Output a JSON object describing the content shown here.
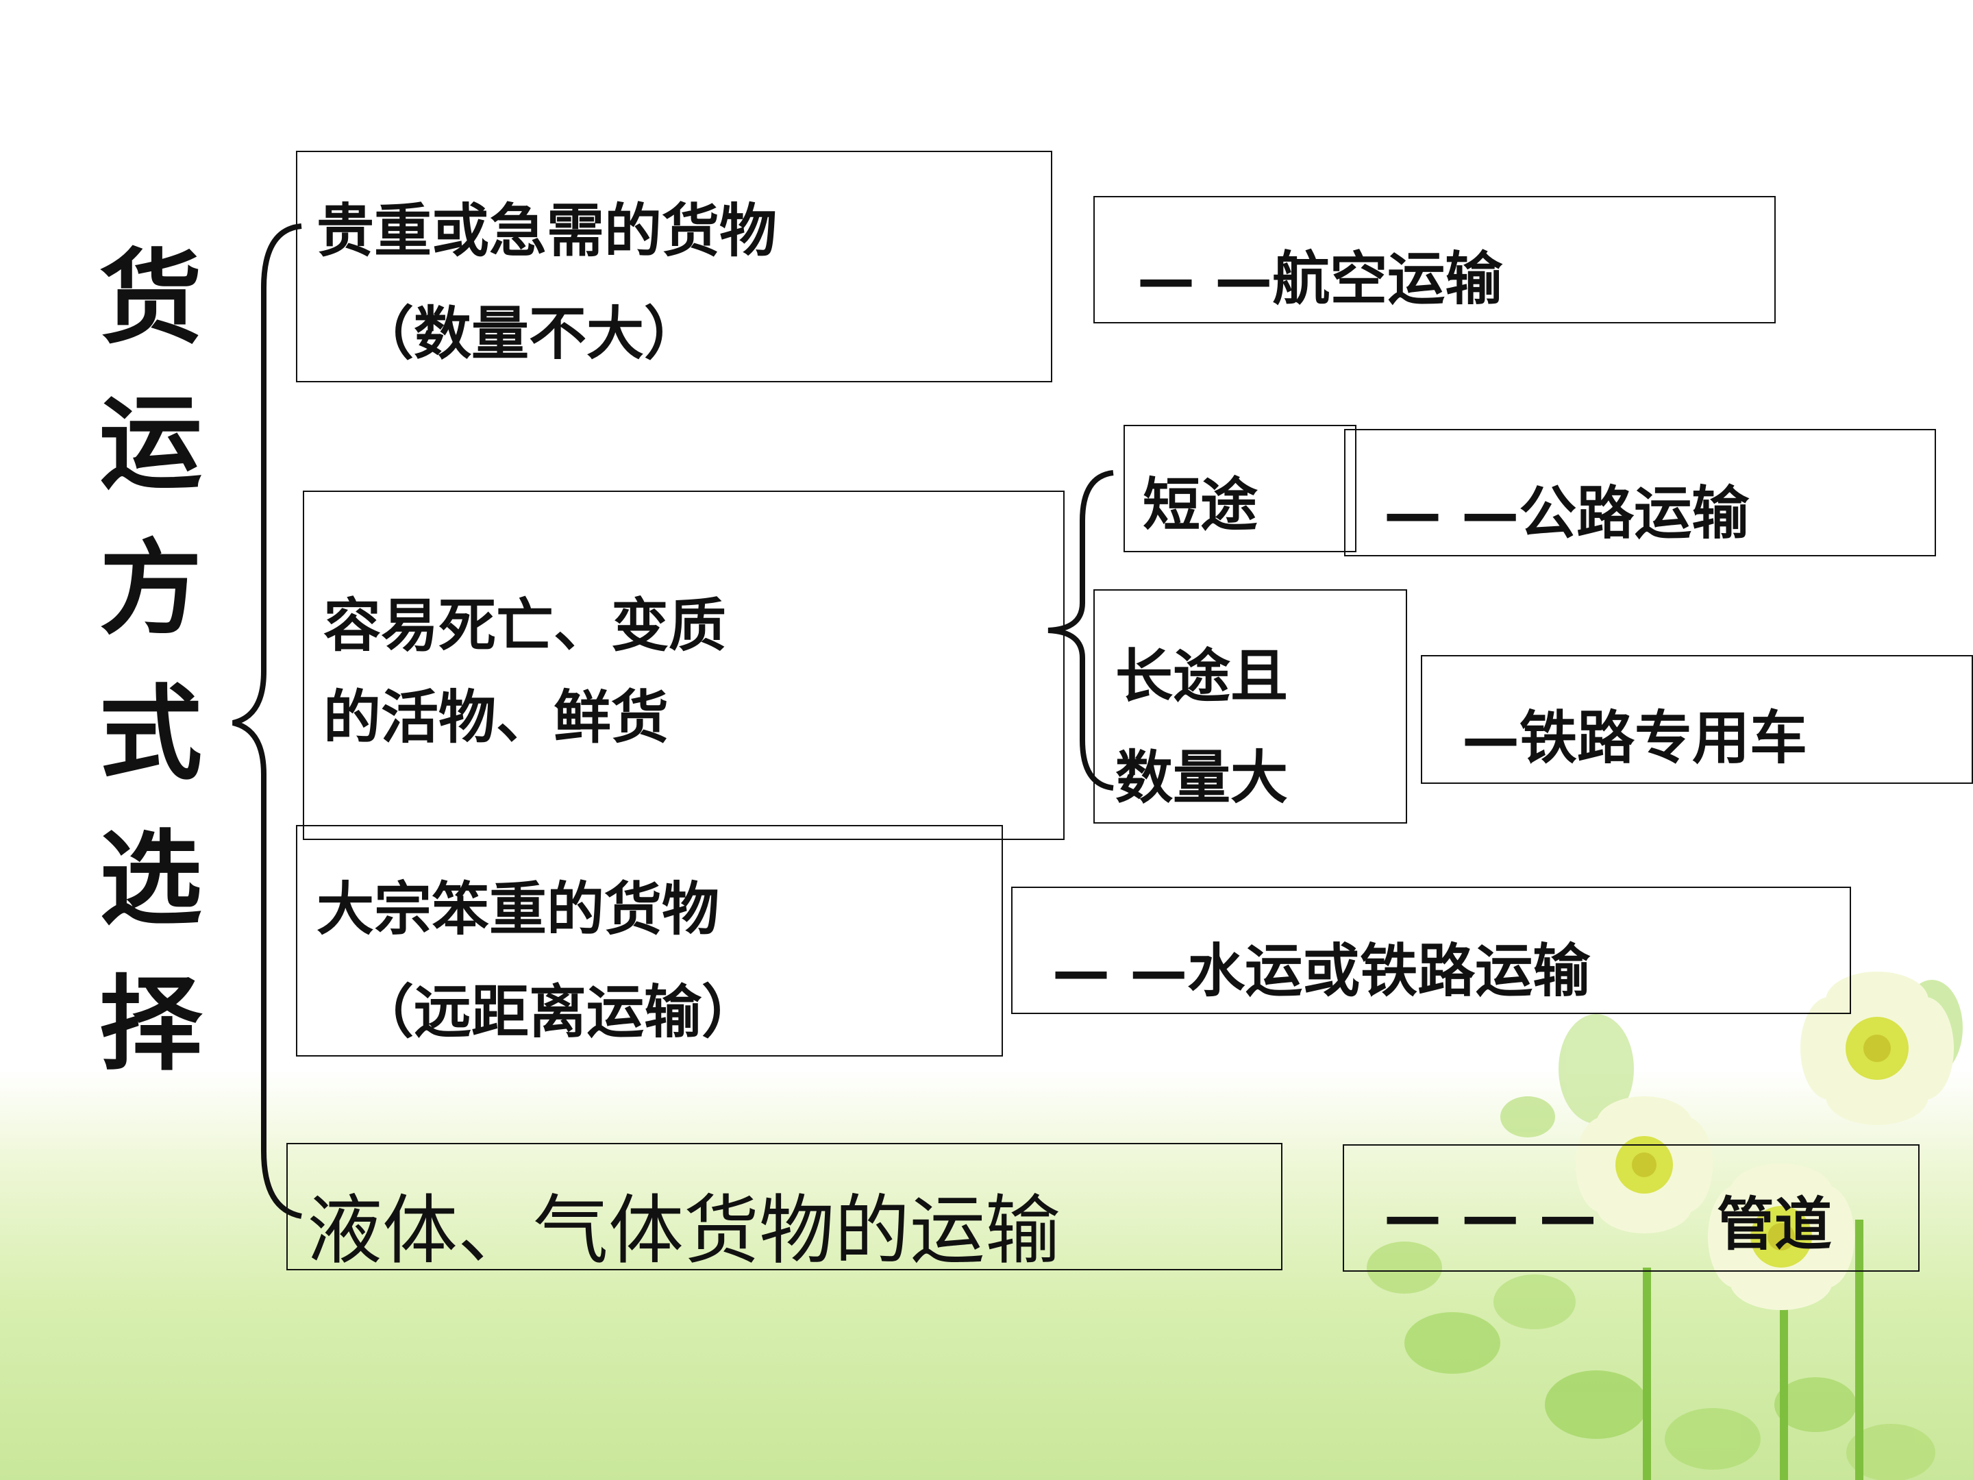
{
  "title": "货运方式选择",
  "rows": [
    {
      "condition_line1": "贵重或急需的货物",
      "condition_line2": "（数量不大）",
      "mode": "— —航空运输"
    },
    {
      "condition_line1": "容易死亡、变质",
      "condition_line2": "的活物、鲜货",
      "sub": [
        {
          "label": "短途",
          "mode": "— —公路运输"
        },
        {
          "label_line1": "长途且",
          "label_line2": "数量大",
          "mode": "—铁路专用车"
        }
      ]
    },
    {
      "condition_line1": "大宗笨重的货物",
      "condition_line2": "（远距离运输）",
      "mode": "— —水运或铁路运输"
    },
    {
      "condition": "液体、气体货物的运输",
      "mode_dashes": "— — —",
      "mode": "管道"
    }
  ],
  "colors": {
    "text": "#111111",
    "background_bottom": "#c9e79a",
    "flower_petal": "#f4f8d8",
    "flower_center": "#d9e34a",
    "stem": "#7fbf3f"
  }
}
